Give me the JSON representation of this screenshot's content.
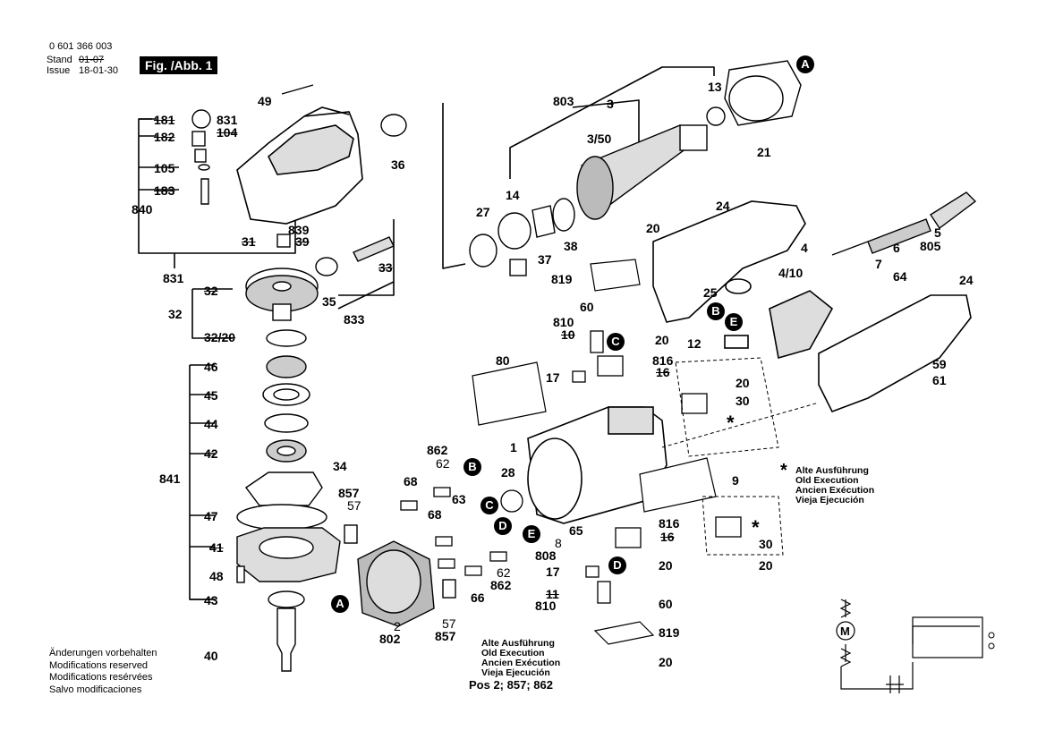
{
  "header": {
    "part_number": "0 601 366 003",
    "stand_label": "Stand",
    "issue_label": "Issue",
    "stand_value": "01-07",
    "issue_value": "18-01-30",
    "fig_label": "Fig. /Abb. 1"
  },
  "footer_left": [
    "Änderungen vorbehalten",
    "Modifications reserved",
    "Modifications resérvées",
    "Salvo modificaciones"
  ],
  "old_exec_center": [
    "Alte Ausführung",
    "Old Execution",
    "Ancien Exécution",
    "Vieja Ejecución"
  ],
  "old_exec_right": [
    "Alte Ausführung",
    "Old Execution",
    "Ancien Exécution",
    "Vieja Ejecución"
  ],
  "pos_note": "Pos 2; 857; 862",
  "asterisk": "*",
  "circles": {
    "A": "A",
    "B": "B",
    "C": "C",
    "D": "D",
    "E": "E"
  },
  "labels": {
    "n49": "49",
    "n181": "181",
    "n182": "182",
    "n831a": "831",
    "n104": "104",
    "n105": "105",
    "n183": "183",
    "n840": "840",
    "n31": "31",
    "n839": "839",
    "n39": "39",
    "n36": "36",
    "n33": "33",
    "n35": "35",
    "n833": "833",
    "n831b": "831",
    "n32a": "32",
    "n32b": "32",
    "n3220": "32/20",
    "n46": "46",
    "n45": "45",
    "n44": "44",
    "n42": "42",
    "n34": "34",
    "n841": "841",
    "n47": "47",
    "n41": "41",
    "n48": "48",
    "n43": "43",
    "n40": "40",
    "n803": "803",
    "n3": "3",
    "n350": "3/50",
    "n13": "13",
    "n21": "21",
    "n27": "27",
    "n14": "14",
    "n37": "37",
    "n38": "38",
    "n20a": "20",
    "n24a": "24",
    "n819a": "819",
    "n60a": "60",
    "n810a": "810",
    "n10a": "10",
    "n20b": "20",
    "n816a": "816",
    "n16a": "16",
    "n17a": "17",
    "n80": "80",
    "n1": "1",
    "n4": "4",
    "n410": "4/10",
    "n25": "25",
    "n12": "12",
    "n7": "7",
    "n64": "64",
    "n6": "6",
    "n5": "5",
    "n805": "805",
    "n24b": "24",
    "n59": "59",
    "n61": "61",
    "n20c": "20",
    "n30a": "30",
    "n862a": "862",
    "n62a": "62",
    "n28": "28",
    "n68a": "68",
    "n857a": "857",
    "n57a": "57",
    "n63": "63",
    "n68b": "68",
    "n65": "65",
    "n8": "8",
    "n808": "808",
    "n9": "9",
    "n816b": "816",
    "n16b": "16",
    "n17b": "17",
    "n20d": "20",
    "n62b": "62",
    "n862b": "862",
    "n66": "66",
    "n810b": "810",
    "n11": "11",
    "n60b": "60",
    "n819b": "819",
    "n20e": "20",
    "n2": "2",
    "n802": "802",
    "n57b": "57",
    "n857b": "857",
    "n30b": "30",
    "n20f": "20"
  },
  "schematic": {
    "motor": "M"
  }
}
